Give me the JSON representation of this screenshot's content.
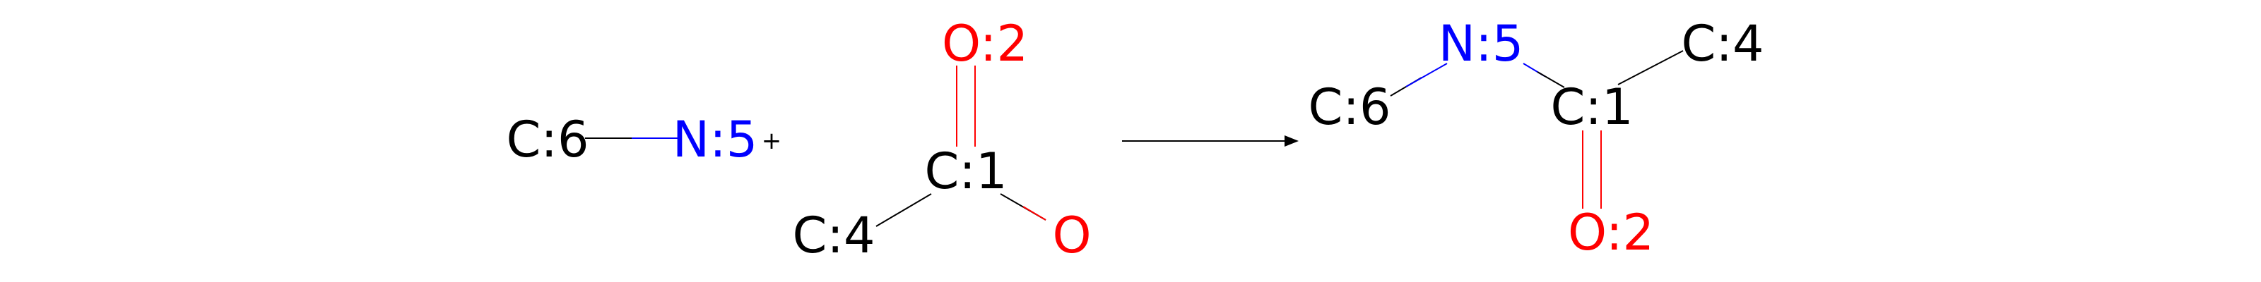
{
  "colors": {
    "carbon": "#000000",
    "nitrogen": "#0000ff",
    "oxygen": "#ff0000",
    "bond": "#000000",
    "arrow": "#000000"
  },
  "reactants": {
    "methylamine": {
      "atoms": {
        "c6": "C:6",
        "n5": "N:5"
      }
    },
    "plus": "+",
    "acetic_acid": {
      "atoms": {
        "o2": "O:2",
        "c1": "C:1",
        "c4": "C:4",
        "o": "O"
      }
    }
  },
  "product": {
    "atoms": {
      "n5": "N:5",
      "c4": "C:4",
      "c6": "C:6",
      "c1": "C:1",
      "o2": "O:2"
    }
  }
}
